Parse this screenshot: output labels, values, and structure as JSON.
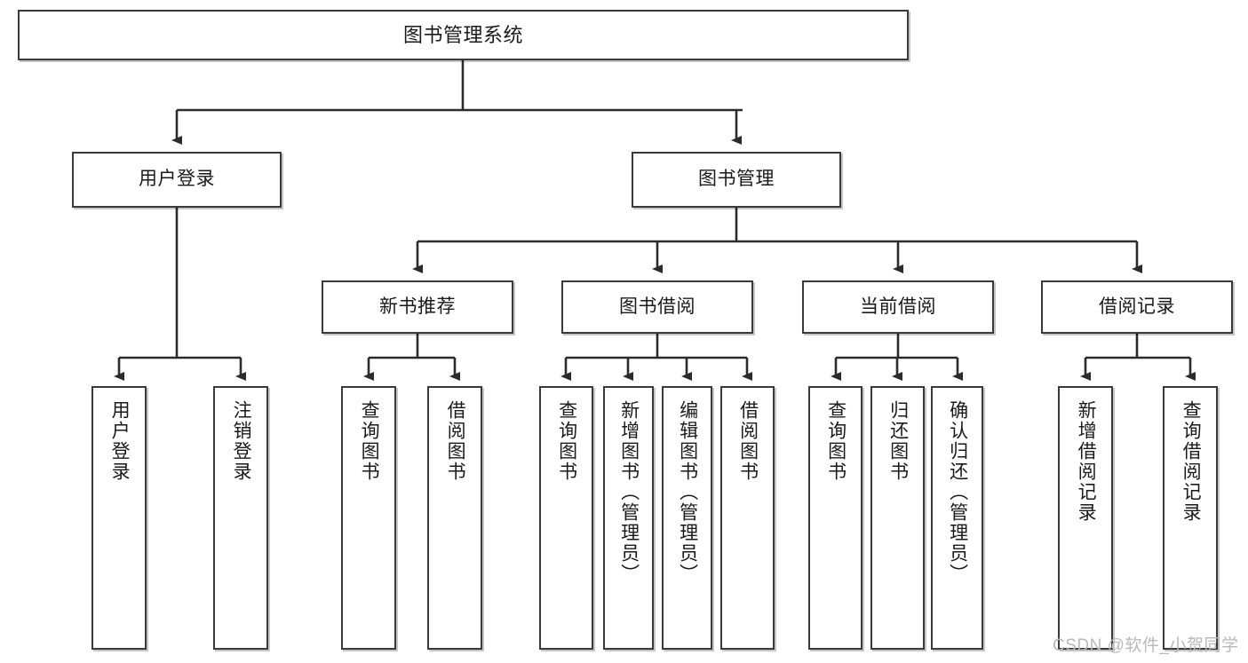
{
  "diagram": {
    "type": "tree",
    "title": "图书管理系统",
    "watermark": "CSDN @软件_小贺同学",
    "colors": {
      "box_border": "#3a3a3a",
      "box_fill": "#ffffff",
      "edge": "#2b2b2b",
      "text": "#1a1a1a",
      "watermark": "#b9b9b9"
    },
    "nodes": {
      "root": {
        "label": "图书管理系统"
      },
      "level2": [
        {
          "label": "用户登录"
        },
        {
          "label": "图书管理"
        }
      ],
      "level3": [
        {
          "label": "新书推荐"
        },
        {
          "label": "图书借阅"
        },
        {
          "label": "当前借阅"
        },
        {
          "label": "借阅记录"
        }
      ],
      "leaves": {
        "user_login": [
          {
            "label": "用户登录"
          },
          {
            "label": "注销登录"
          }
        ],
        "new_book_recommend": [
          {
            "label": "查询图书"
          },
          {
            "label": "借阅图书"
          }
        ],
        "book_borrow": [
          {
            "label": "查询图书"
          },
          {
            "label": "新增图书（管理员）"
          },
          {
            "label": "编辑图书（管理员）"
          },
          {
            "label": "借阅图书"
          }
        ],
        "current_borrow": [
          {
            "label": "查询图书"
          },
          {
            "label": "归还图书"
          },
          {
            "label": "确认归还（管理员）"
          }
        ],
        "borrow_record": [
          {
            "label": "新增借阅记录"
          },
          {
            "label": "查询借阅记录"
          }
        ]
      }
    }
  }
}
